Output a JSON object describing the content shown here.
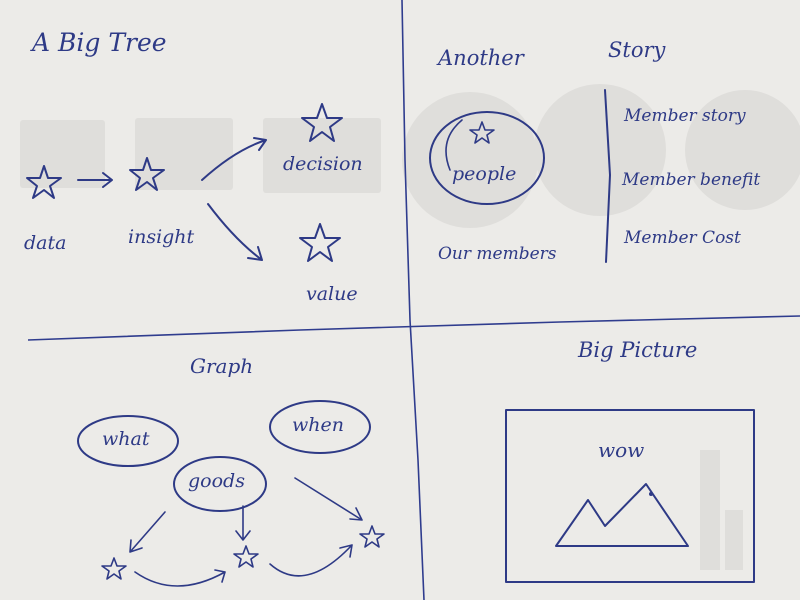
{
  "tree": {
    "title": "A Big Tree",
    "data": "data",
    "insight": "insight",
    "decision": "decision",
    "value": "value"
  },
  "story": {
    "title_left": "Another",
    "title_right": "Story",
    "people": "people",
    "members": "Our members",
    "member_story": "Member story",
    "member_benefit": "Member benefit",
    "member_cost": "Member Cost"
  },
  "graph": {
    "title": "Graph",
    "what": "what",
    "when": "when",
    "goods": "goods"
  },
  "picture": {
    "title": "Big Picture",
    "wow": "wow"
  },
  "colors": {
    "ink": "#2e3a86",
    "paper": "#ecebe8"
  }
}
